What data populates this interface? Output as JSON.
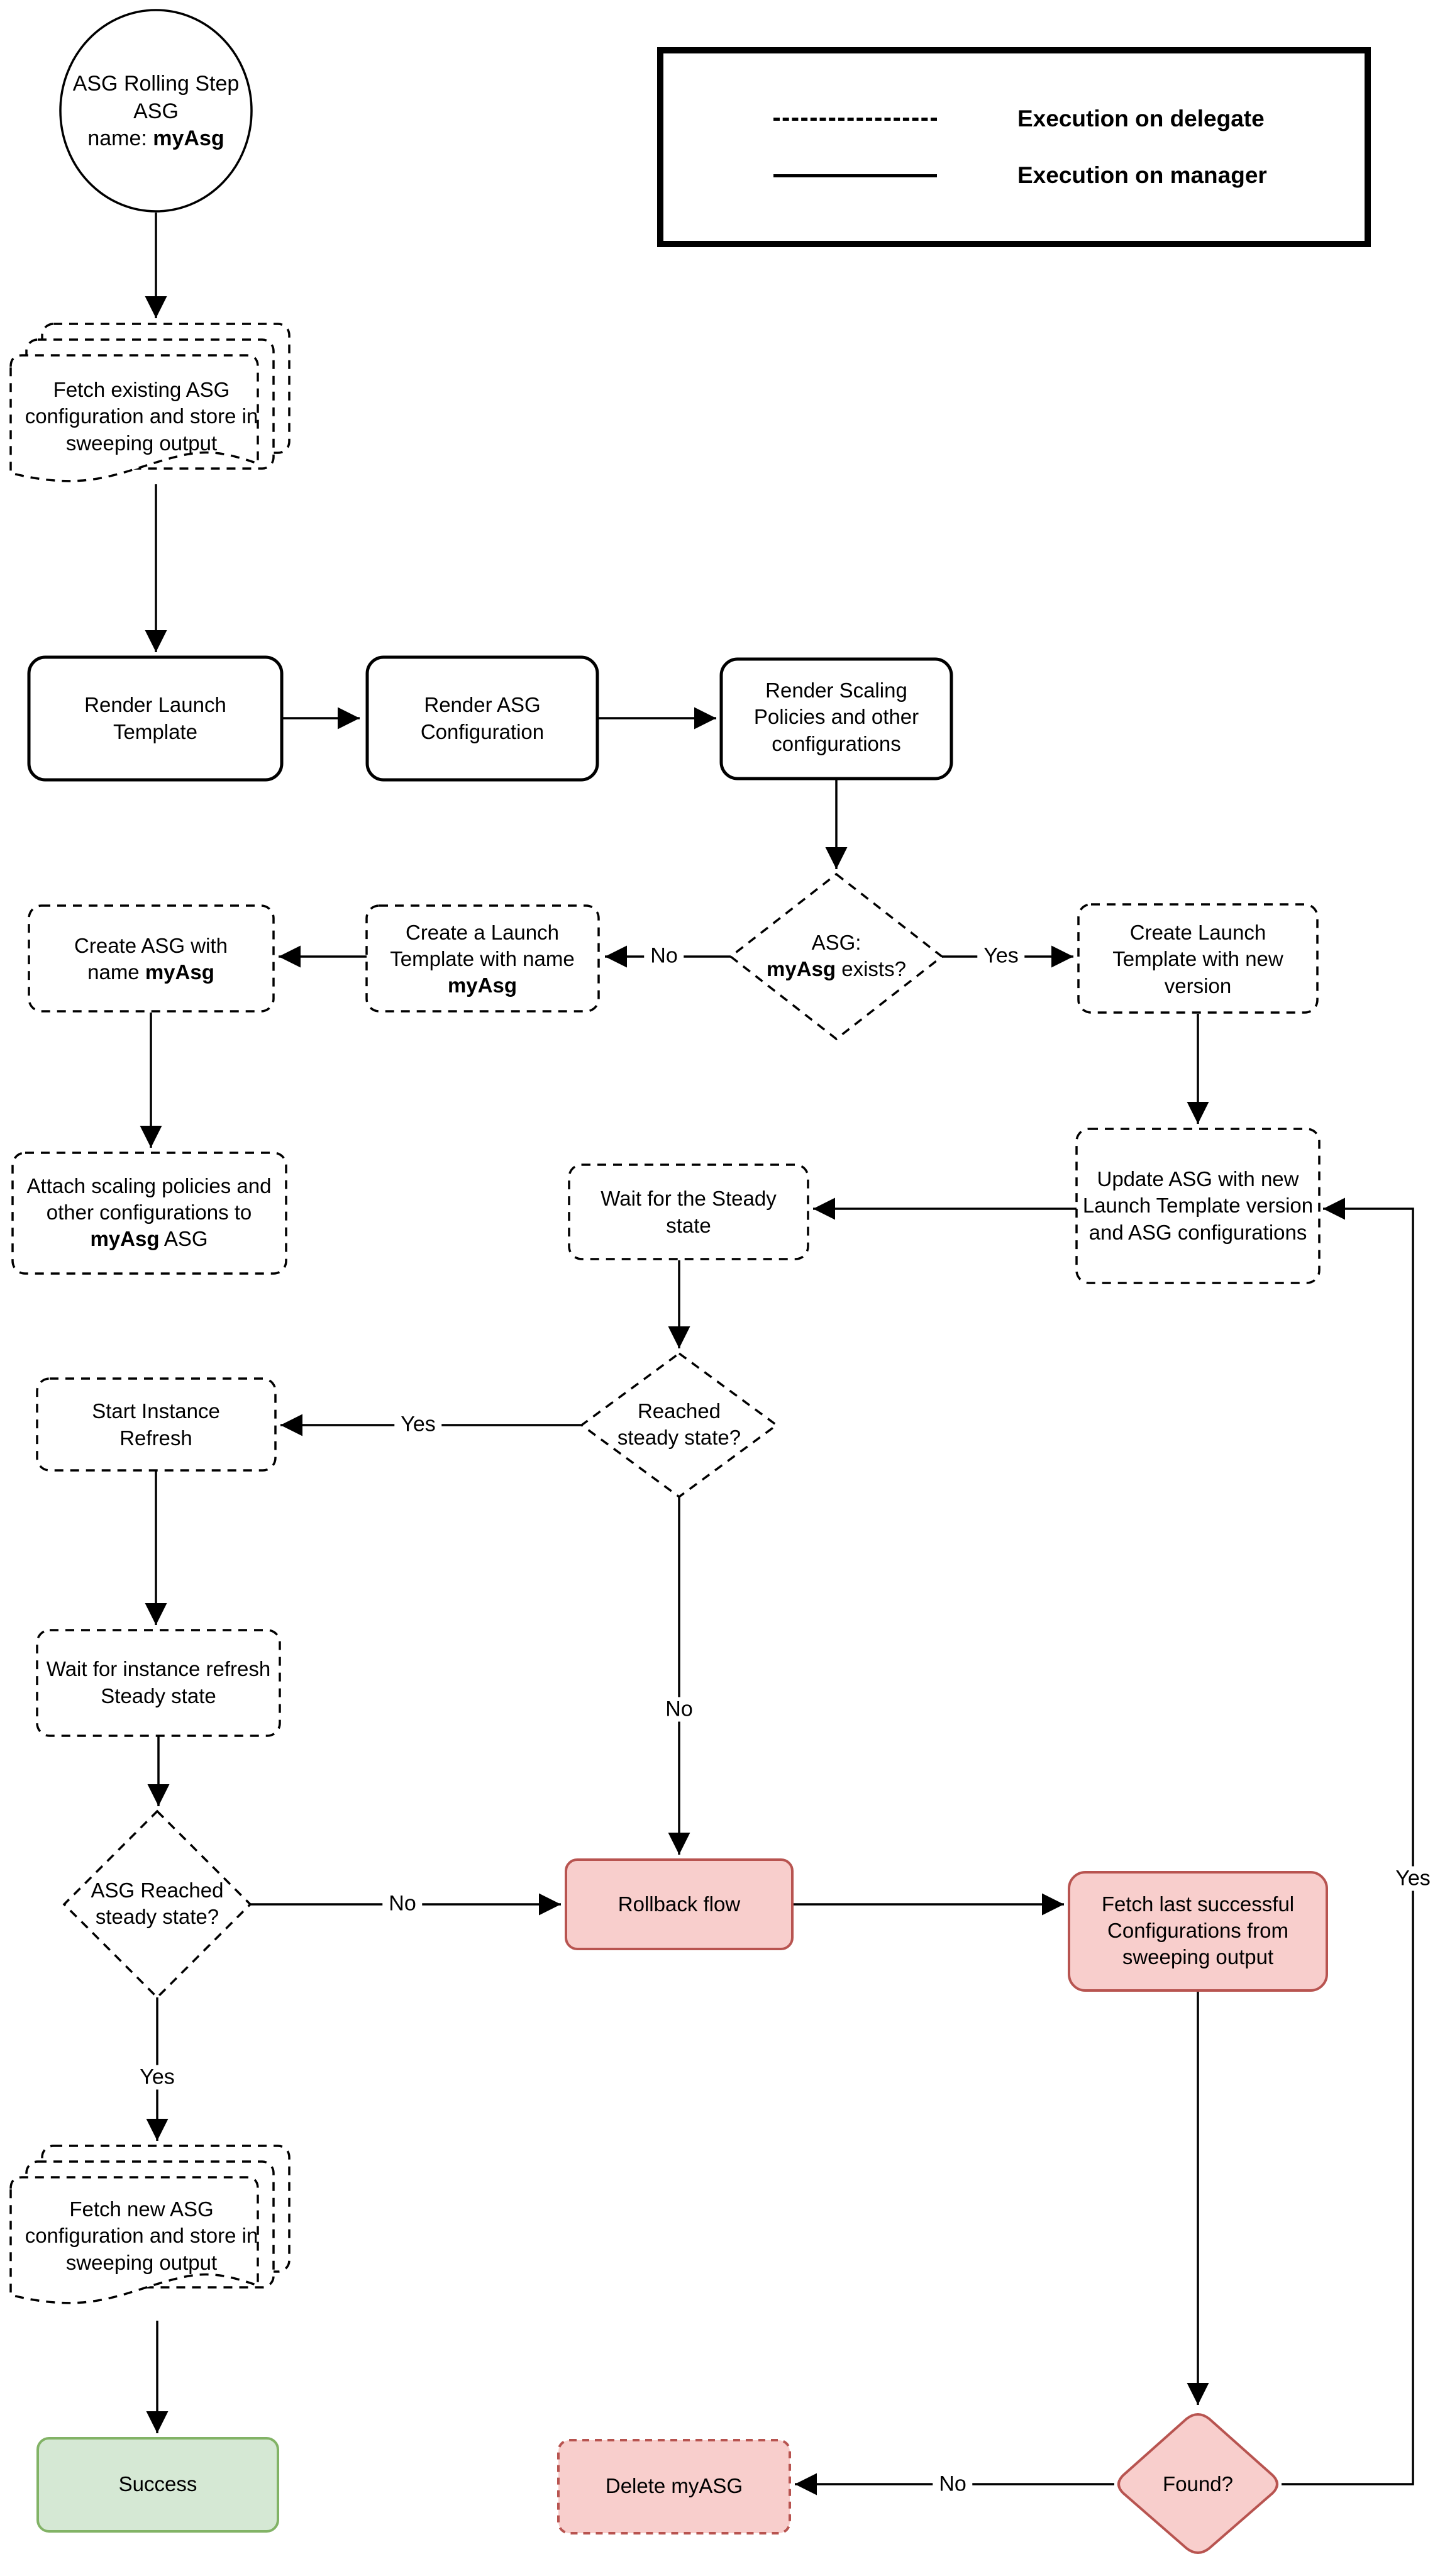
{
  "legend": {
    "delegate": "Execution on delegate",
    "manager": "Execution on manager"
  },
  "labels": {
    "yes": "Yes",
    "no": "No"
  },
  "colors": {
    "danger_fill": "#f8cecc",
    "danger_stroke": "#b85450",
    "success_fill": "#d5e8d4",
    "success_stroke": "#82b366",
    "line": "#000000"
  },
  "nodes": {
    "start": {
      "line1": "ASG Rolling Step",
      "line2": "ASG",
      "line3_prefix": "name: ",
      "line3_bold": "myAsg"
    },
    "fetch_existing": {
      "text": "Fetch existing ASG configuration and store in sweeping output"
    },
    "render_launch_template": {
      "text": "Render Launch Template"
    },
    "render_asg_configuration": {
      "text": "Render ASG Configuration"
    },
    "render_scaling_policies": {
      "text": "Render Scaling Policies and other configurations"
    },
    "asg_exists": {
      "line1": "ASG:",
      "line2_bold": "myAsg",
      "line2_rest": " exists?"
    },
    "create_launch_template_named": {
      "prefix": "Create a Launch Template with name ",
      "bold": "myAsg"
    },
    "create_asg": {
      "prefix": "Create ASG with name ",
      "bold": "myAsg"
    },
    "create_launch_template_new": {
      "text": "Create Launch Template with new version"
    },
    "attach_scaling": {
      "prefix": "Attach scaling policies and other configurations to ",
      "bold": "myAsg",
      "suffix": " ASG"
    },
    "wait_steady": {
      "text": "Wait for the Steady state"
    },
    "update_asg": {
      "text": "Update ASG with new Launch Template version and ASG configurations"
    },
    "reached_steady": {
      "text": "Reached steady state?"
    },
    "start_instance_refresh": {
      "text": "Start Instance Refresh"
    },
    "wait_instance_refresh": {
      "text": "Wait for instance refresh Steady state"
    },
    "asg_reached_steady": {
      "text": "ASG Reached steady state?"
    },
    "rollback": {
      "text": "Rollback flow"
    },
    "fetch_last": {
      "text": "Fetch last successful Configurations from sweeping output"
    },
    "fetch_new": {
      "text": "Fetch new ASG configuration and store in sweeping output"
    },
    "success": {
      "text": "Success"
    },
    "delete_myasg": {
      "text": "Delete myASG"
    },
    "found": {
      "text": "Found?"
    }
  }
}
